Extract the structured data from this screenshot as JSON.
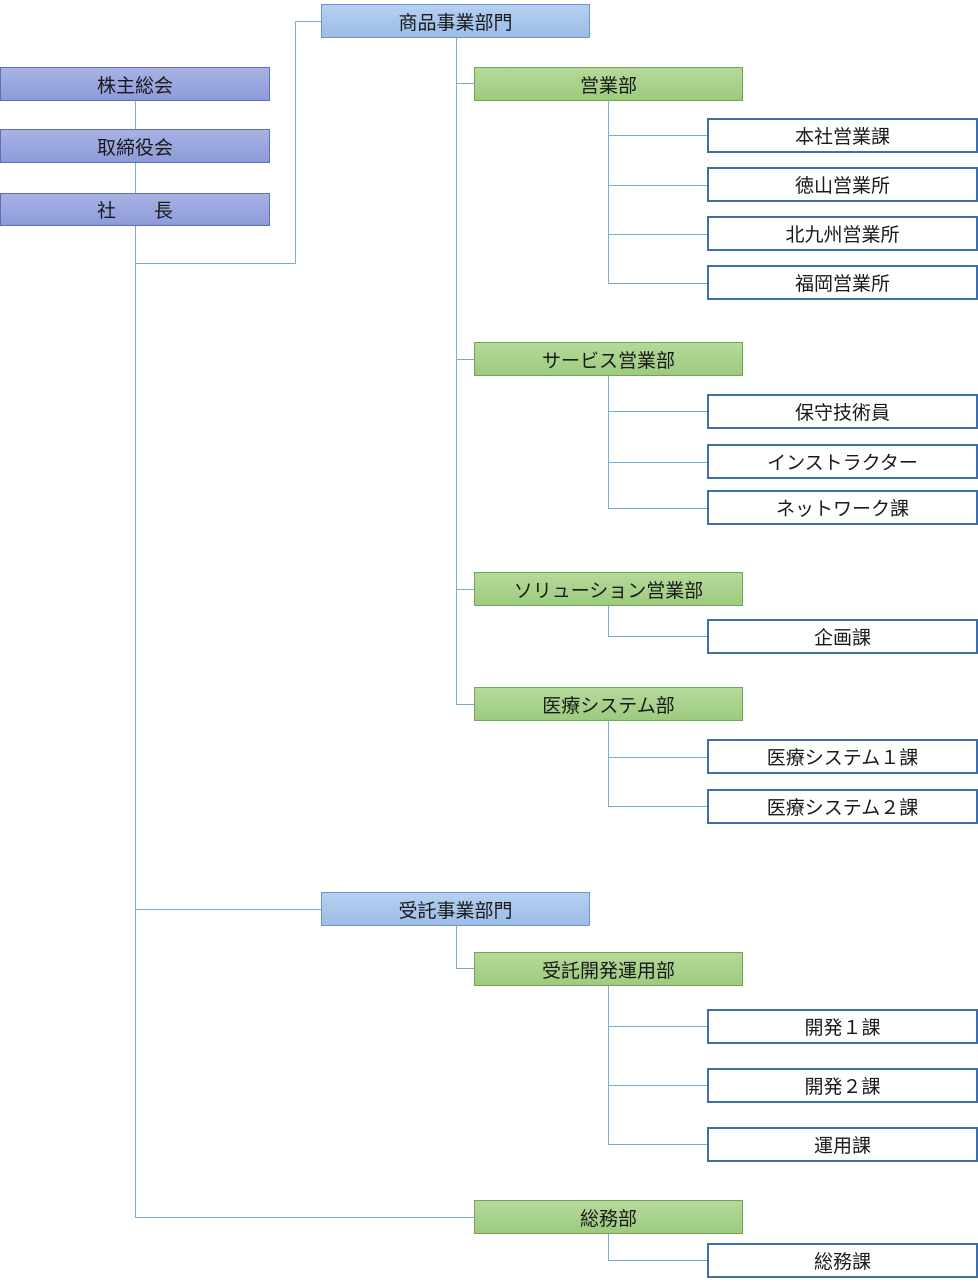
{
  "executive": {
    "shareholders": "株主総会",
    "board": "取締役会",
    "president": "社　　長"
  },
  "product_division": {
    "title": "商品事業部門",
    "sales_dept": {
      "title": "営業部",
      "sections": [
        "本社営業課",
        "徳山営業所",
        "北九州営業所",
        "福岡営業所"
      ]
    },
    "service_dept": {
      "title": "サービス営業部",
      "sections": [
        "保守技術員",
        "インストラクター",
        "ネットワーク課"
      ]
    },
    "solution_dept": {
      "title": "ソリューション営業部",
      "sections": [
        "企画課"
      ]
    },
    "medical_dept": {
      "title": "医療システム部",
      "sections": [
        "医療システム１課",
        "医療システム２課"
      ]
    }
  },
  "contract_division": {
    "title": "受託事業部門",
    "dev_ops_dept": {
      "title": "受託開発運用部",
      "sections": [
        "開発１課",
        "開発２課",
        "運用課"
      ]
    }
  },
  "general_affairs": {
    "title": "総務部",
    "sections": [
      "総務課"
    ]
  },
  "colors": {
    "connector": "#7aaed0",
    "executive_fill": "#9aa6dd",
    "division_fill": "#a9c7ec",
    "department_fill": "#aad28c",
    "section_border": "#3e6fa8"
  }
}
